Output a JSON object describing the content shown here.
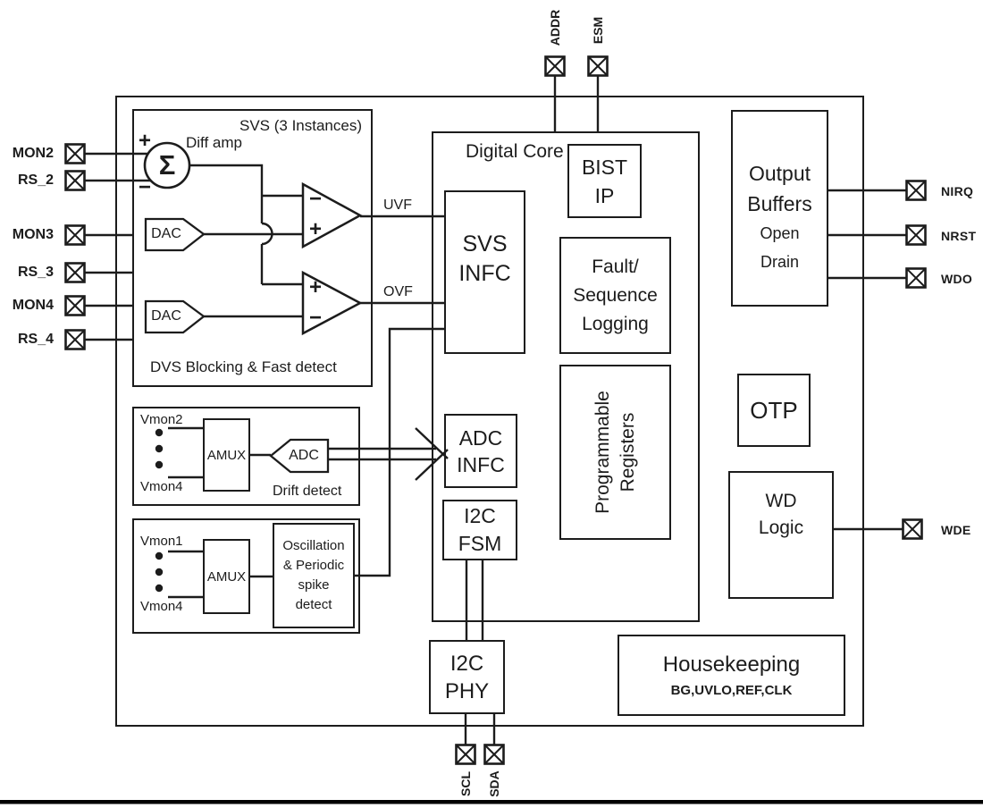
{
  "colors": {
    "ink": "#1c1c1c",
    "background": "#ffffff"
  },
  "pins": {
    "left": [
      {
        "label": "MON2"
      },
      {
        "label": "RS_2"
      },
      {
        "label": "MON3"
      },
      {
        "label": "RS_3"
      },
      {
        "label": "MON4"
      },
      {
        "label": "RS_4"
      }
    ],
    "top": [
      {
        "label": "ADDR"
      },
      {
        "label": "ESM"
      }
    ],
    "right": [
      {
        "label": "NIRQ"
      },
      {
        "label": "NRST"
      },
      {
        "label": "WDO"
      },
      {
        "label": "WDE"
      }
    ],
    "bottom": [
      {
        "label": "SCL"
      },
      {
        "label": "SDA"
      }
    ]
  },
  "svs": {
    "title": "SVS (3 Instances)",
    "caption": "DVS Blocking  & Fast detect",
    "diff_amp_label": "Diff amp",
    "sigma": "Σ",
    "dac1_label": "DAC",
    "dac2_label": "DAC",
    "uvf_label": "UVF",
    "ovf_label": "OVF"
  },
  "signs": {
    "plus": "+",
    "minus": "−"
  },
  "drift": {
    "input_top": "Vmon2",
    "input_bottom": "Vmon4",
    "amux_label": "AMUX",
    "adc_label": "ADC",
    "caption": "Drift detect"
  },
  "oscillation": {
    "input_top": "Vmon1",
    "input_bottom": "Vmon4",
    "amux_label": "AMUX",
    "detector_lines": [
      "Oscillation",
      "& Periodic",
      "spike",
      "detect"
    ]
  },
  "digital_core": {
    "title": "Digital Core",
    "bist": [
      "BIST",
      "IP"
    ],
    "svs_infc": [
      "SVS",
      "INFC"
    ],
    "fault_logging": [
      "Fault/",
      "Sequence",
      "Logging"
    ],
    "programmable_registers": [
      "Programmable",
      "Registers"
    ],
    "adc_infc": [
      "ADC",
      "INFC"
    ],
    "i2c_fsm": [
      "I2C",
      "FSM"
    ]
  },
  "i2c_phy": [
    "I2C",
    "PHY"
  ],
  "output_buffers": {
    "name": [
      "Output",
      "Buffers"
    ],
    "type": [
      "Open",
      "Drain"
    ]
  },
  "otp_label": "OTP",
  "wd_logic": [
    "WD",
    "Logic"
  ],
  "housekeeping": {
    "title": "Housekeeping",
    "subtitle": "BG,UVLO,REF,CLK"
  }
}
